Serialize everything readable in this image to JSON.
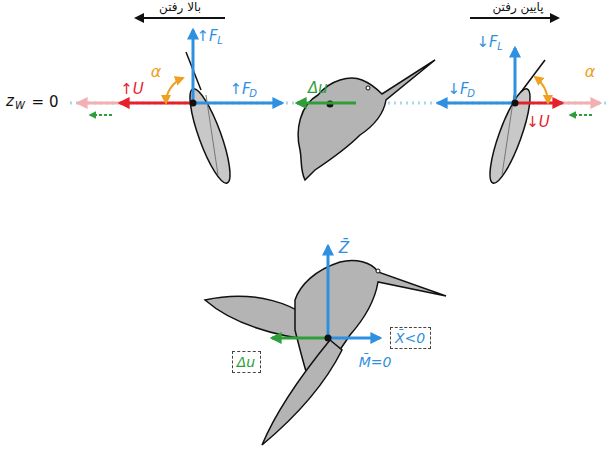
{
  "diagram": {
    "nodes": [
      {
        "text": [
          "X̄<0"
        ]
      },
      {
        "text": [
          "Δu"
        ]
      }
    ],
    "labels": [
      "بالا رفتن",
      "پایین رفتن",
      "↑F",
      "L",
      "↑U",
      "α",
      "↑F",
      "D",
      "Δu",
      "z",
      "W",
      "= 0",
      "↓F",
      "L",
      "α",
      "↓F",
      "D",
      "↓U",
      "Z̄",
      "M̄=0"
    ]
  }
}
